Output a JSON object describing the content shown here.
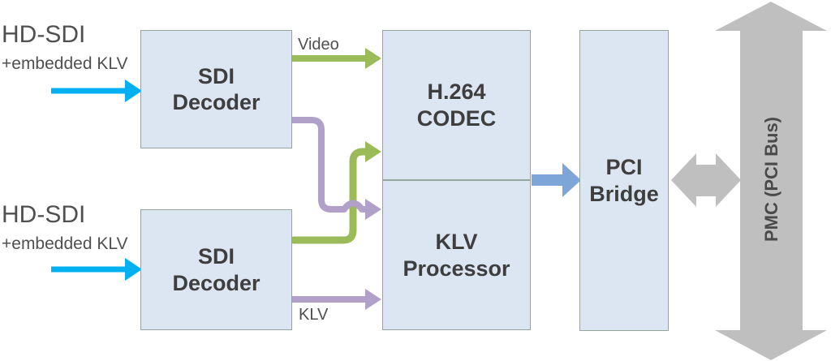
{
  "colors": {
    "cyan": "#00B0F0",
    "green": "#9BBB59",
    "purple": "#B1A0C7",
    "blue": "#7DA5D8",
    "gray": "#BFBFBF",
    "box_fill": "#DCE6F2",
    "box_border": "#93A69C",
    "text_dark": "#3E3E3E",
    "text_medium": "#4F4F4F"
  },
  "inputs": [
    {
      "title": "HD-SDI",
      "subtitle": "+embedded KLV"
    },
    {
      "title": "HD-SDI",
      "subtitle": "+embedded KLV"
    }
  ],
  "blocks": {
    "decoder1": {
      "line1": "SDI",
      "line2": "Decoder"
    },
    "decoder2": {
      "line1": "SDI",
      "line2": "Decoder"
    },
    "codec": {
      "line1": "H.264",
      "line2": "CODEC"
    },
    "klv": {
      "line1": "KLV",
      "line2": "Processor"
    },
    "bridge": {
      "line1": "PCI",
      "line2": "Bridge"
    }
  },
  "labels": {
    "video": "Video",
    "klv": "KLV"
  },
  "bus": {
    "label": "PMC (PCI Bus)"
  }
}
